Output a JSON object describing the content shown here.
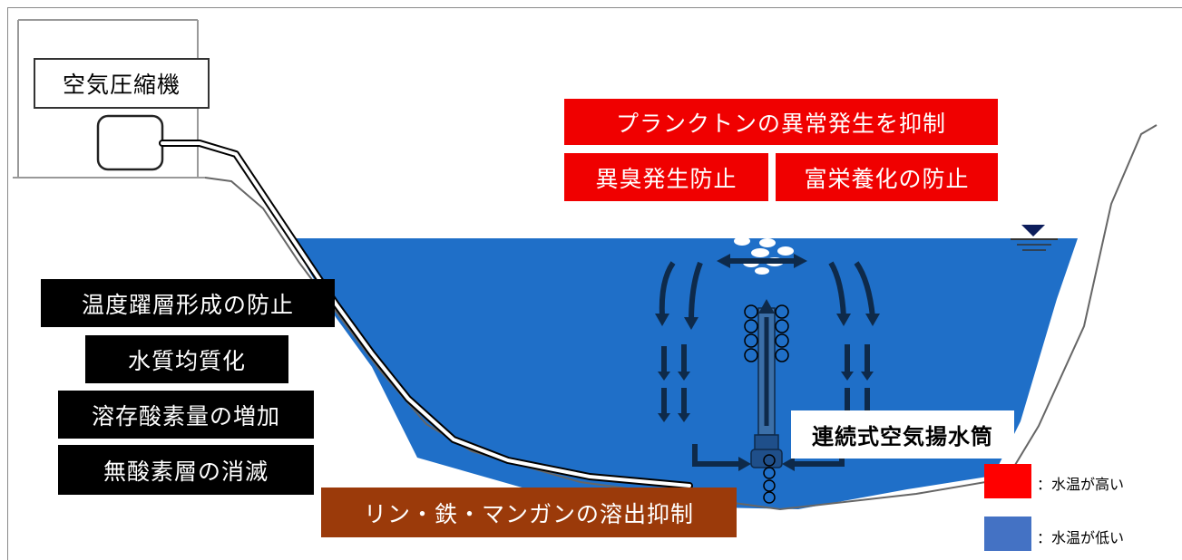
{
  "compressor": {
    "label": "空気圧縮機"
  },
  "effects_top": [
    {
      "text": "プランクトンの異常発生を抑制"
    },
    {
      "text": "異臭発生防止"
    },
    {
      "text": "富栄養化の防止"
    }
  ],
  "effects_left": [
    {
      "text": "温度躍層形成の防止"
    },
    {
      "text": "水質均質化"
    },
    {
      "text": "溶存酸素量の増加"
    },
    {
      "text": "無酸素層の消滅"
    }
  ],
  "effect_bottom": {
    "text": "リン・鉄・マンガンの溶出抑制"
  },
  "device": {
    "label": "連続式空気揚水筒"
  },
  "legend": [
    {
      "color": "#ff0000",
      "text": "：水温が高い"
    },
    {
      "color": "#4472c4",
      "text": "：水温が低い"
    }
  ]
}
